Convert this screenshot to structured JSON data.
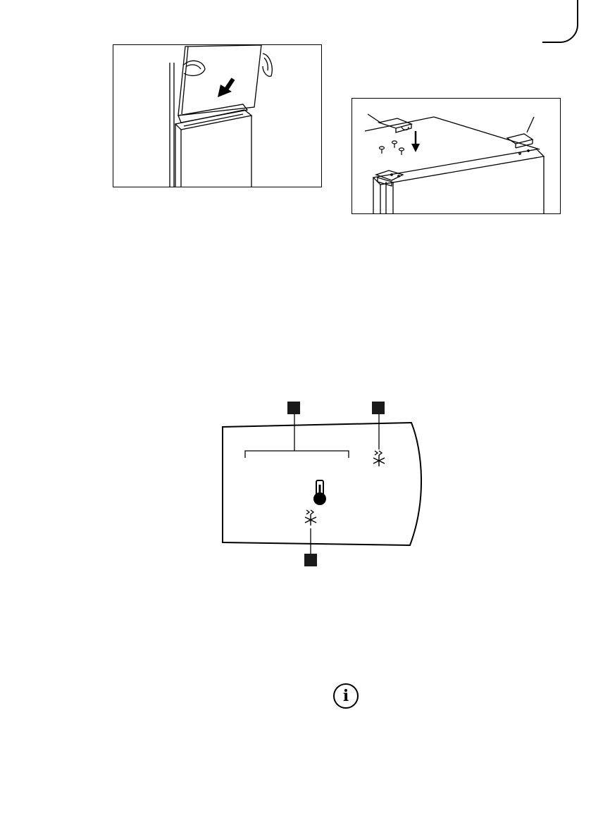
{
  "page": {
    "corner_mark": {
      "icon": "corner-crop-mark"
    }
  },
  "figure_door_install": {
    "icon": "door-lowering-illustration",
    "arrow": "arrow-down-left-icon"
  },
  "figure_hinge_cover": {
    "icon": "hinge-cover-illustration",
    "arrow": "arrow-down-icon",
    "screws": 3
  },
  "figure_control_panel": {
    "icons": [
      "thermometer-icon",
      "fast-freeze-icon",
      "fast-freeze-icon"
    ],
    "callouts": [
      {
        "id": "callout-1",
        "label": ""
      },
      {
        "id": "callout-2",
        "label": ""
      },
      {
        "id": "callout-3",
        "label": ""
      }
    ]
  },
  "info_note": {
    "icon": "info-icon",
    "glyph": "i"
  },
  "colors": {
    "ink": "#000000",
    "callout": "#1a1a1a",
    "paper": "#ffffff"
  }
}
